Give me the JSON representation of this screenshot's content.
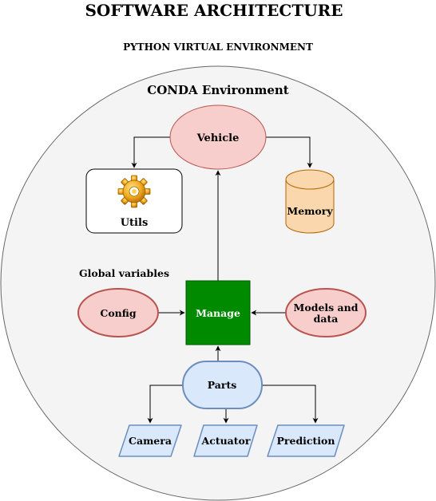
{
  "title": "SOFTWARE ARCHITECTURE",
  "subtitle": "PYTHON VIRTUAL ENVIRONMENT",
  "environment_label": "CONDA Environment",
  "global_variables_label": "Global variables",
  "nodes": {
    "vehicle": "Vehicle",
    "utils": "Utils",
    "memory": "Memory",
    "config": "Config",
    "manage": "Manage",
    "models_line1": "Models and",
    "models_line2": "data",
    "parts": "Parts",
    "camera": "Camera",
    "actuator": "Actuator",
    "prediction": "Prediction"
  },
  "colors": {
    "ellipse_fill": "#f8cecc",
    "ellipse_stroke": "#b85450",
    "manage_fill": "#008a00",
    "manage_stroke": "#005700",
    "memory_fill": "#fad7ac",
    "memory_stroke": "#b46504",
    "parts_fill": "#dae8fc",
    "parts_stroke": "#6c8ebf",
    "env_fill": "#f4f4f4",
    "env_stroke": "#666666"
  },
  "icons": {
    "utils": "gear-icon"
  }
}
